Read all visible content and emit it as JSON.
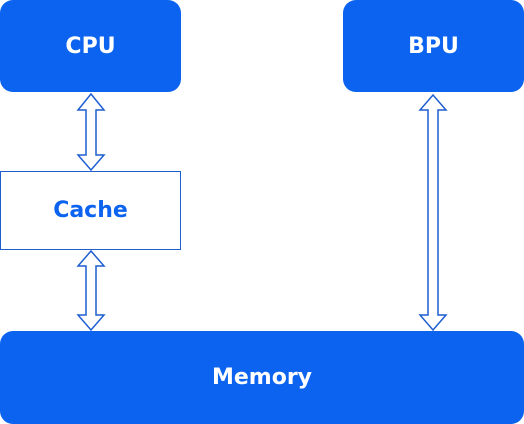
{
  "diagram": {
    "nodes": {
      "cpu": "CPU",
      "bpu": "BPU",
      "cache": "Cache",
      "memory": "Memory"
    },
    "edges": [
      {
        "from": "CPU",
        "to": "Cache",
        "direction": "bidirectional"
      },
      {
        "from": "Cache",
        "to": "Memory",
        "direction": "bidirectional"
      },
      {
        "from": "BPU",
        "to": "Memory",
        "direction": "bidirectional"
      }
    ],
    "colors": {
      "node_fill": "#0b63f0",
      "node_text": "#ffffff",
      "outline": "#1f5fd0",
      "outline_text": "#0b63f0",
      "arrow_stroke": "#1f5fd0"
    }
  }
}
